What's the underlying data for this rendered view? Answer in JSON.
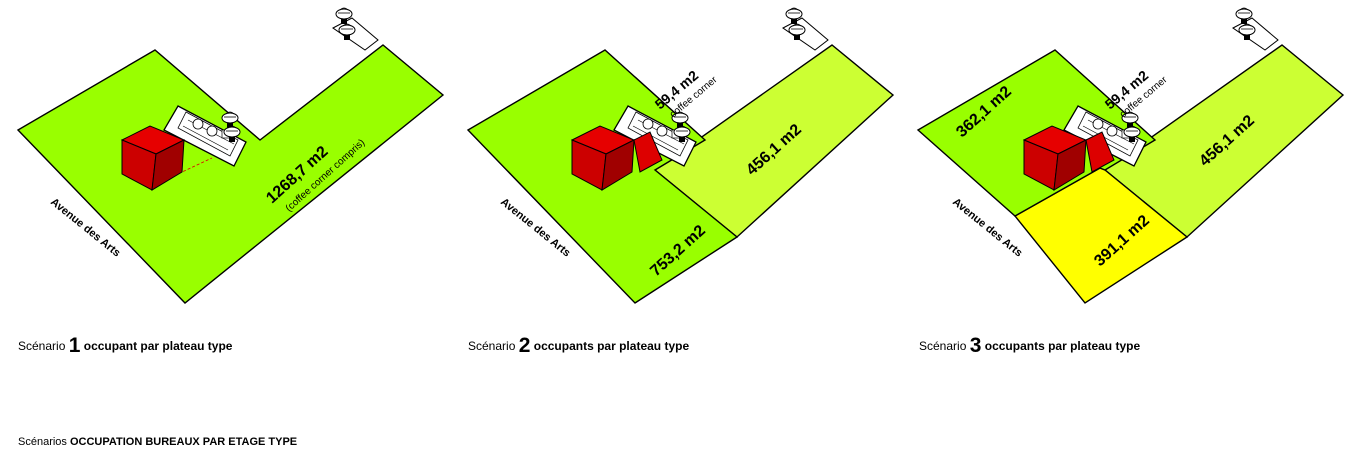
{
  "colors": {
    "lime": "#99ff00",
    "light_lime": "#ccff33",
    "yellow": "#ffff00",
    "red": "#dd0000"
  },
  "street_label": "Avenue des Arts",
  "scenarios": [
    {
      "caption": {
        "prefix": "Scénario",
        "number": "1",
        "suffix": "occupant par plateau type"
      },
      "areas": [
        {
          "value": "1268,7 m2",
          "note": "(coffee corner compris)"
        }
      ]
    },
    {
      "caption": {
        "prefix": "Scénario",
        "number": "2",
        "suffix": "occupants par plateau type"
      },
      "coffee": {
        "value": "59,4 m2",
        "note": "coffee corner"
      },
      "areas": [
        {
          "value": "456,1 m2"
        },
        {
          "value": "753,2 m2"
        }
      ]
    },
    {
      "caption": {
        "prefix": "Scénario",
        "number": "3",
        "suffix": "occupants par plateau type"
      },
      "coffee": {
        "value": "59,4 m2",
        "note": "coffee corner"
      },
      "areas": [
        {
          "value": "362,1 m2"
        },
        {
          "value": "456,1 m2"
        },
        {
          "value": "391,1 m2"
        }
      ]
    }
  ],
  "footer": {
    "prefix": "Scénarios",
    "title": "OCCUPATION BUREAUX PAR ETAGE TYPE"
  }
}
